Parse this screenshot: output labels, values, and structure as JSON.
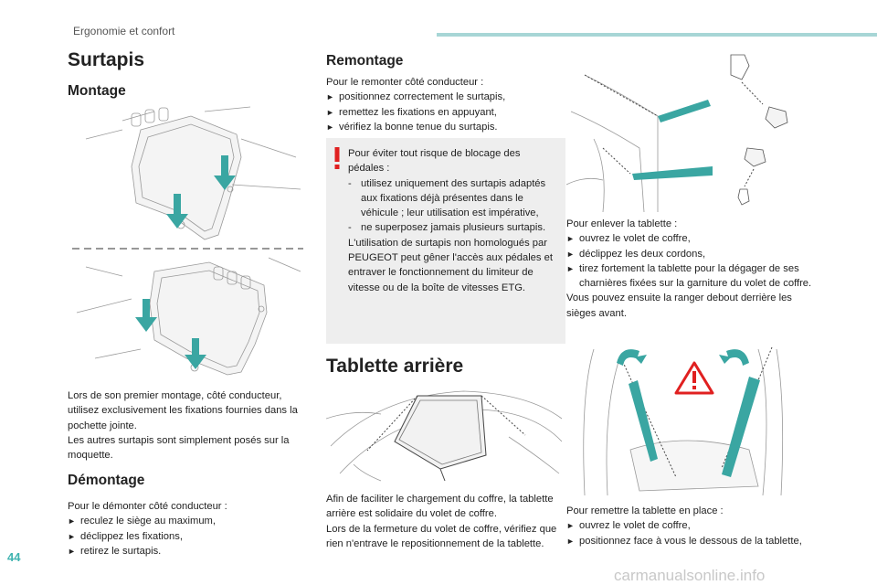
{
  "header": {
    "section": "Ergonomie et confort"
  },
  "page_number": "44",
  "watermark": "carmanualsonline.info",
  "surtapis": {
    "title": "Surtapis",
    "montage": {
      "heading": "Montage",
      "text": [
        "Lors de son premier montage, côté conducteur, utilisez exclusivement les fixations fournies dans la pochette jointe.",
        "Les autres surtapis sont simplement posés sur la moquette."
      ]
    },
    "demontage": {
      "heading": "Démontage",
      "intro": "Pour le démonter côté conducteur :",
      "steps": [
        "reculez le siège au maximum,",
        "déclippez les fixations,",
        "retirez le surtapis."
      ]
    },
    "remontage": {
      "heading": "Remontage",
      "intro": "Pour le remonter côté conducteur :",
      "steps": [
        "positionnez correctement le surtapis,",
        "remettez les fixations en appuyant,",
        "vérifiez la bonne tenue du surtapis."
      ]
    },
    "warning": {
      "intro": "Pour éviter tout risque de blocage des pédales :",
      "items": [
        "utilisez uniquement des surtapis adaptés aux fixations déjà présentes dans le véhicule ; leur utilisation est impérative,",
        "ne superposez jamais plusieurs surtapis."
      ],
      "outro": "L'utilisation de surtapis non homologués par PEUGEOT peut gêner l'accès aux pédales et entraver le fonctionnement du limiteur de vitesse ou de la boîte de vitesses ETG."
    }
  },
  "tablette": {
    "title": "Tablette arrière",
    "text": [
      "Afin de faciliter le chargement du coffre, la tablette arrière est solidaire du volet de coffre.",
      "Lors de la fermeture du volet de coffre, vérifiez que rien n'entrave le repositionnement de la tablette."
    ],
    "enlever": {
      "intro": "Pour enlever la tablette :",
      "steps": [
        "ouvrez le volet de coffre,",
        "déclippez les deux cordons,",
        "tirez fortement la tablette pour la dégager de ses charnières fixées sur la garniture du volet de coffre."
      ],
      "outro": "Vous pouvez ensuite la ranger debout derrière les sièges avant."
    },
    "remettre": {
      "intro": "Pour remettre la tablette en place :",
      "steps": [
        "ouvrez le volet de coffre,",
        "positionnez face à vous le dessous de la tablette,"
      ]
    }
  },
  "colors": {
    "accent": "#3fb3b0",
    "arrow": "#3aa6a2",
    "warning": "#e02020"
  }
}
